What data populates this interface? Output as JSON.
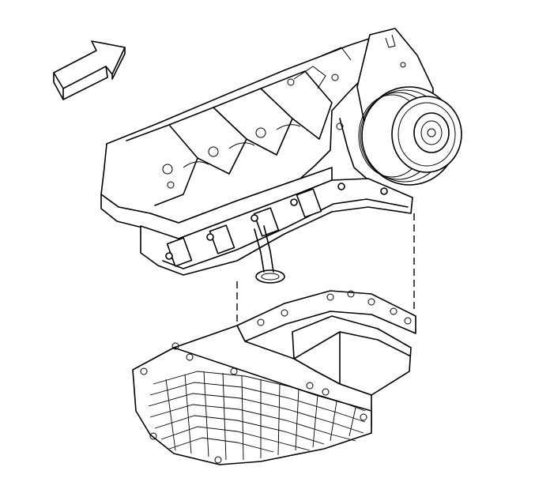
{
  "diagram": {
    "type": "exploded-view illustration",
    "parts": {
      "direction_arrow": "arrow-icon",
      "engine_block": "engine-block",
      "balancer_pulley": "pulley",
      "oil_pan": "oil-pan"
    },
    "colors": {
      "line": "#000000",
      "background": "#ffffff"
    }
  }
}
